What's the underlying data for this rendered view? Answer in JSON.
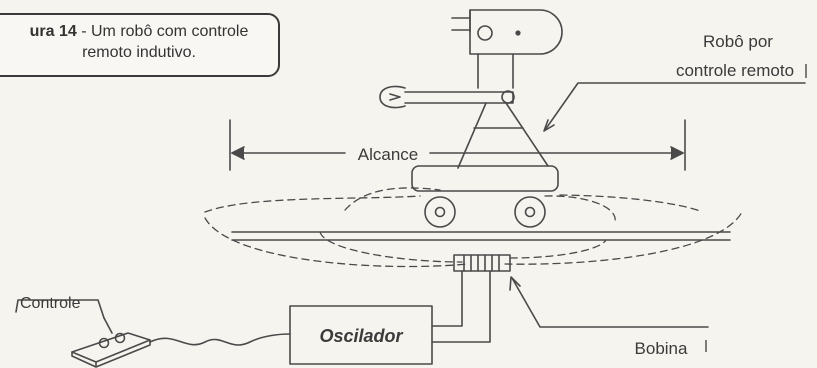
{
  "caption": {
    "number_text": "ura 14",
    "title_text": " - Um robô com controle",
    "title_line2": "remoto indutivo."
  },
  "labels": {
    "robot_line1": "Robô por",
    "robot_line2": "controle remoto",
    "range": "Alcance",
    "control": "Controle",
    "oscillator": "Oscilador",
    "coil": "Bobina"
  }
}
